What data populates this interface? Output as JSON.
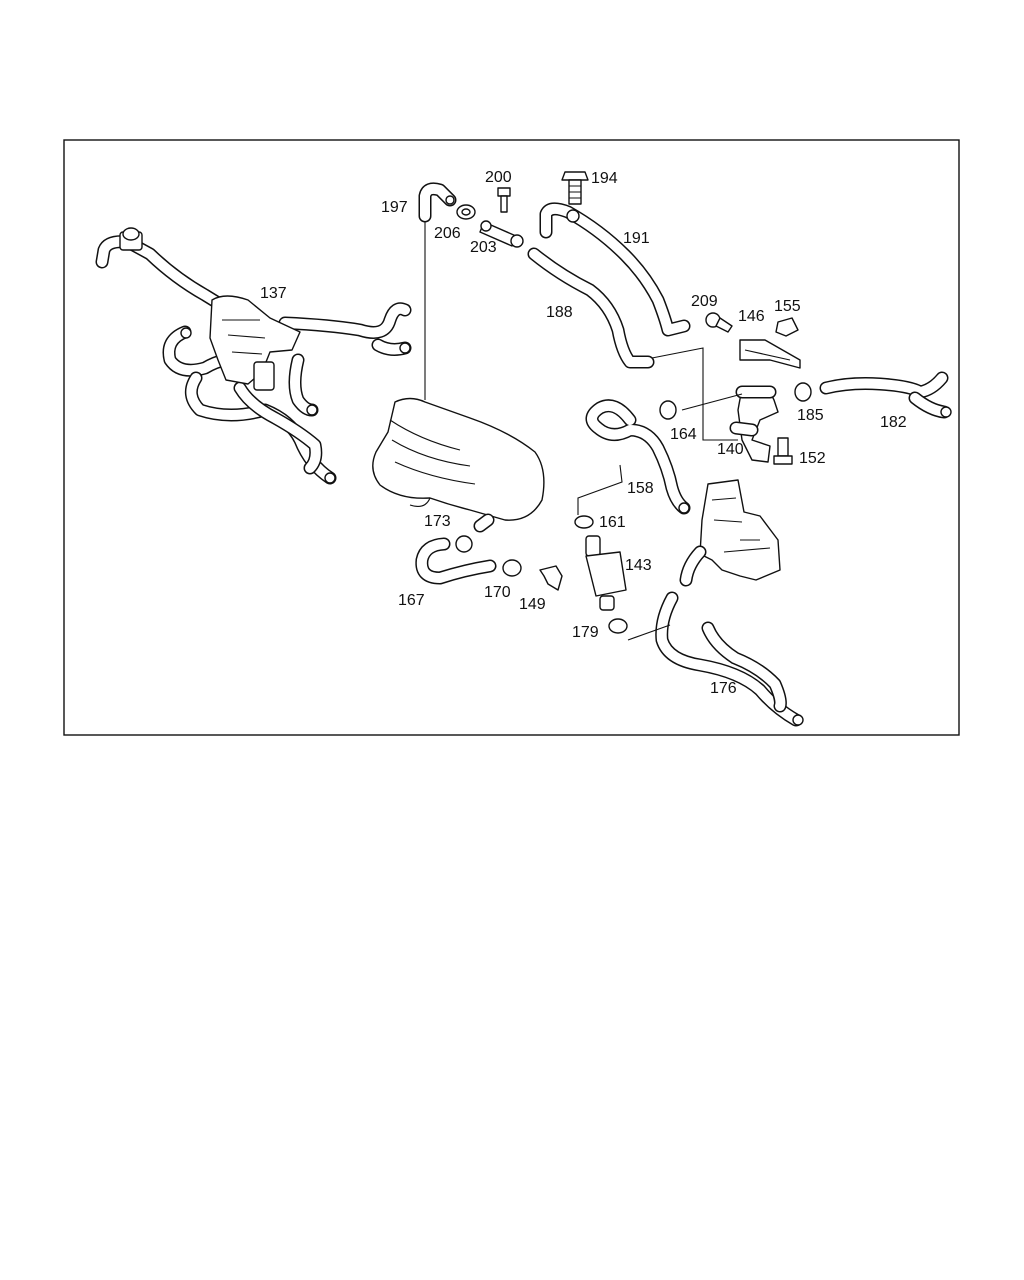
{
  "diagram": {
    "callouts": [
      {
        "id": "200",
        "text": "200"
      },
      {
        "id": "194",
        "text": "194"
      },
      {
        "id": "197",
        "text": "197"
      },
      {
        "id": "206",
        "text": "206"
      },
      {
        "id": "203",
        "text": "203"
      },
      {
        "id": "191",
        "text": "191"
      },
      {
        "id": "137",
        "text": "137"
      },
      {
        "id": "188",
        "text": "188"
      },
      {
        "id": "209",
        "text": "209"
      },
      {
        "id": "155",
        "text": "155"
      },
      {
        "id": "146",
        "text": "146"
      },
      {
        "id": "185",
        "text": "185"
      },
      {
        "id": "182",
        "text": "182"
      },
      {
        "id": "164",
        "text": "164"
      },
      {
        "id": "140",
        "text": "140"
      },
      {
        "id": "152",
        "text": "152"
      },
      {
        "id": "158",
        "text": "158"
      },
      {
        "id": "173",
        "text": "173"
      },
      {
        "id": "161",
        "text": "161"
      },
      {
        "id": "143",
        "text": "143"
      },
      {
        "id": "167",
        "text": "167"
      },
      {
        "id": "170",
        "text": "170"
      },
      {
        "id": "149",
        "text": "149"
      },
      {
        "id": "179",
        "text": "179"
      },
      {
        "id": "176",
        "text": "176"
      }
    ]
  }
}
